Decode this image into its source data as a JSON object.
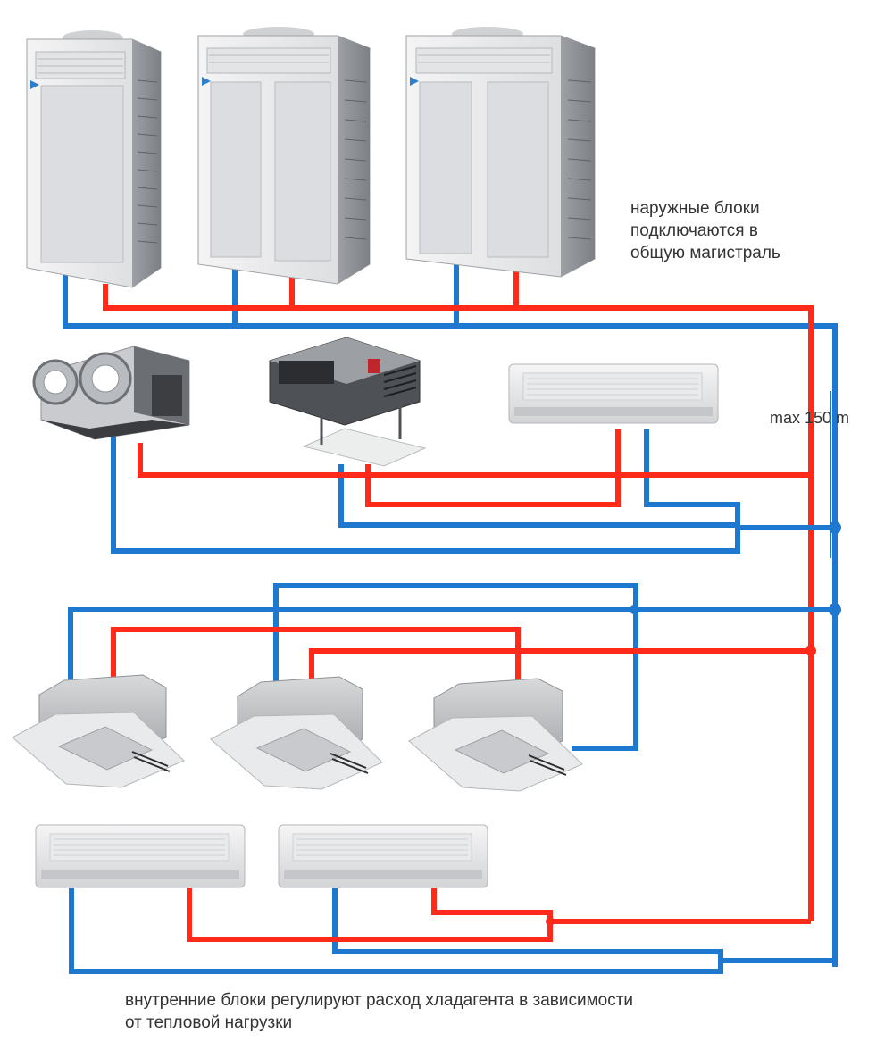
{
  "labels": {
    "outdoor_note": [
      "наружные блоки",
      "подключаются в",
      "общую магистраль"
    ],
    "max_length": "max 150 m",
    "indoor_note": [
      "внутренние блоки регулируют расход хладагента в зависимости",
      "от тепловой нагрузки"
    ]
  },
  "colors": {
    "liquid_pipe": "#ff2a1a",
    "gas_pipe": "#1e78d0",
    "unit_body": "#e6e7e8",
    "unit_shadow": "#a9abae"
  }
}
